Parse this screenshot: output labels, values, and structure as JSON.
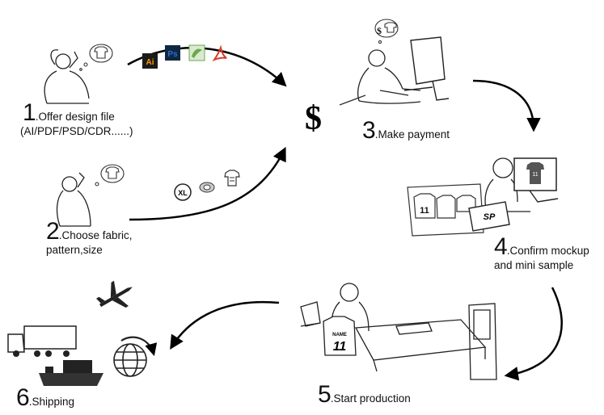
{
  "steps": [
    {
      "num": "1",
      "label": ".Offer design file",
      "sub": "(AI/PDF/PSD/CDR......)"
    },
    {
      "num": "2",
      "label": ".Choose fabric,",
      "sub": "pattern,size"
    },
    {
      "num": "3",
      "label": ".Make payment",
      "sub": ""
    },
    {
      "num": "4",
      "label": ".Confirm mockup",
      "sub": "and mini sample"
    },
    {
      "num": "5",
      "label": ".Start production",
      "sub": ""
    },
    {
      "num": "6",
      "label": ".Shipping",
      "sub": ""
    }
  ],
  "file_icons": [
    {
      "text": "Ai",
      "color": "#ff9a00"
    },
    {
      "text": "Ps",
      "color": "#2b6cd6"
    },
    {
      "text": "",
      "color": "#6aa94a"
    },
    {
      "text": "",
      "color": "#d83b2a"
    }
  ],
  "fabric_icons": [
    "XL",
    "",
    ""
  ],
  "dollar_sign": "$",
  "bubble_dollar": "$",
  "jersey_number": "11",
  "jersey_name": "NAME",
  "brand_mark": "SP"
}
